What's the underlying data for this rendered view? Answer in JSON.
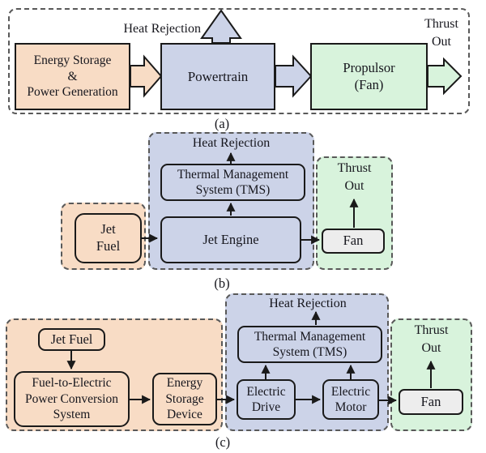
{
  "figure": {
    "panel_a": {
      "caption": "(a)",
      "heat_rejection_label": "Heat Rejection",
      "thrust_out_label": "Thrust\nOut",
      "energy_storage": "Energy Storage\n&\nPower Generation",
      "powertrain": "Powertrain",
      "propulsor": "Propulsor\n(Fan)"
    },
    "panel_b": {
      "caption": "(b)",
      "heat_rejection_label": "Heat Rejection",
      "thrust_out_label": "Thrust\nOut",
      "jet_fuel": "Jet\nFuel",
      "tms": "Thermal Management\nSystem (TMS)",
      "jet_engine": "Jet Engine",
      "fan": "Fan"
    },
    "panel_c": {
      "caption": "(c)",
      "heat_rejection_label": "Heat Rejection",
      "thrust_out_label": "Thrust\nOut",
      "jet_fuel": "Jet Fuel",
      "fuel_to_electric": "Fuel-to-Electric\nPower Conversion\nSystem",
      "energy_storage_device": "Energy\nStorage\nDevice",
      "tms": "Thermal Management\nSystem (TMS)",
      "electric_drive": "Electric\nDrive",
      "electric_motor": "Electric\nMotor",
      "fan": "Fan"
    },
    "colors": {
      "source_peach": "#f8dcc5",
      "powertrain_lavender": "#ccd3e8",
      "propulsor_green": "#d8f3dc",
      "fan_grey": "#ededed",
      "outline_black": "#1a1a1a",
      "dashed_border_grey": "#595959",
      "text_dark": "#16161d"
    }
  }
}
